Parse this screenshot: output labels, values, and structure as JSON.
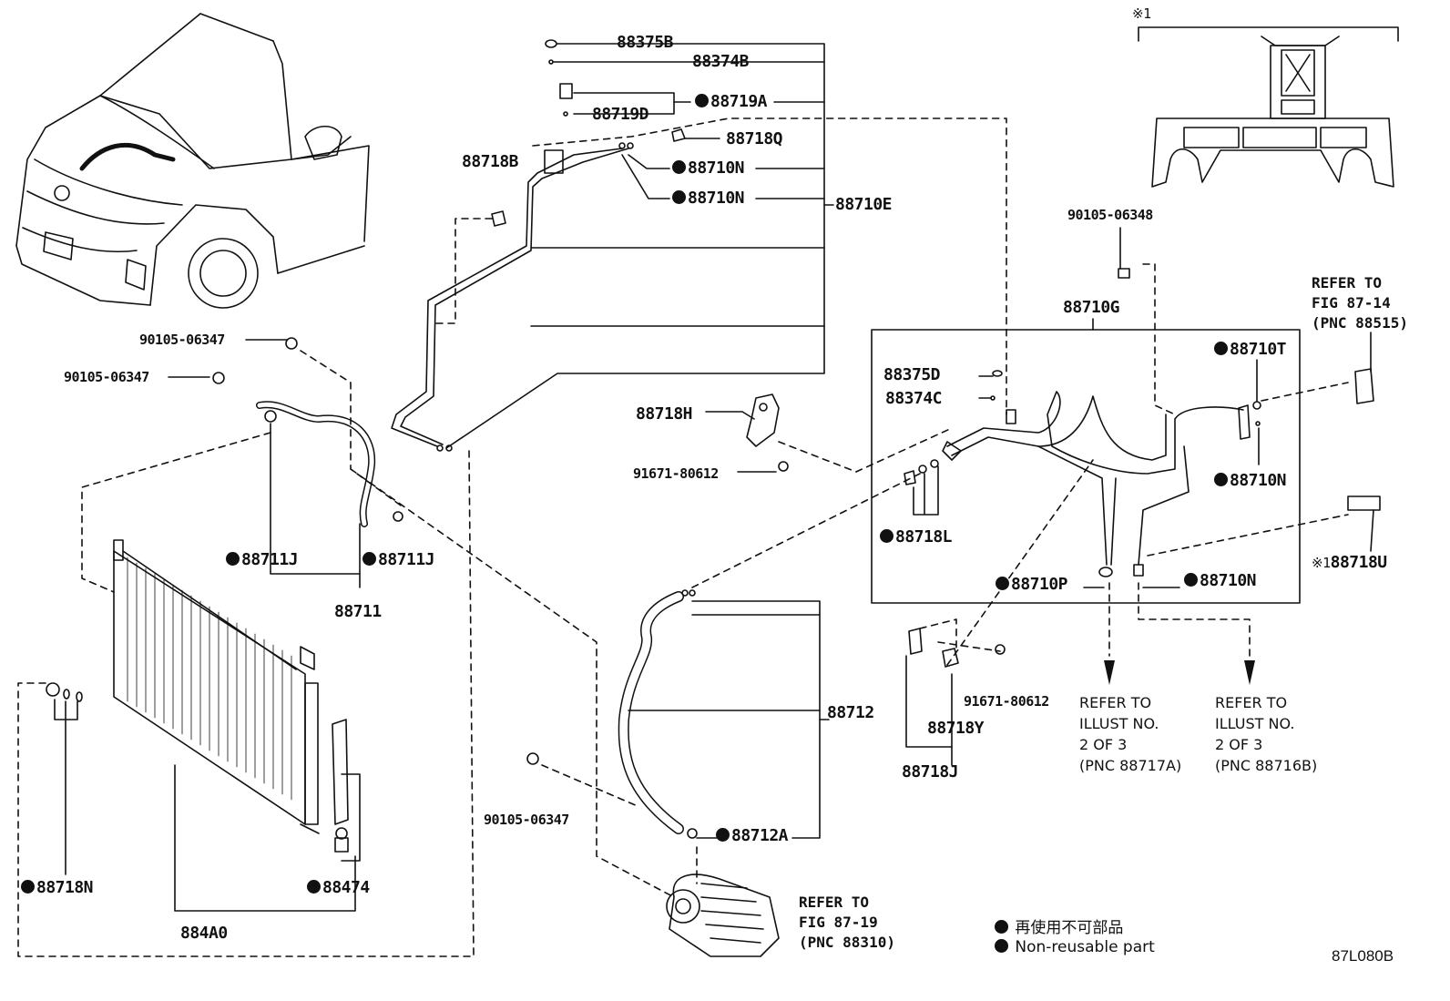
{
  "parts": {
    "p88375B": "88375B",
    "p88374B": "88374B",
    "p88719A": "88719A",
    "p88719D": "88719D",
    "p88718Q": "88718Q",
    "p88718B": "88718B",
    "p88710N_a": "88710N",
    "p88710N_b": "88710N",
    "p88710E": "88710E",
    "p90105_06347_a": "90105-06347",
    "p90105_06347_b": "90105-06347",
    "p90105_06347_c": "90105-06347",
    "p88711J_a": "88711J",
    "p88711J_b": "88711J",
    "p88711": "88711",
    "p88718N": "88718N",
    "p88474": "88474",
    "p884A0": "884A0",
    "p88718H": "88718H",
    "p91671_80612_a": "91671-80612",
    "p91671_80612_b": "91671-80612",
    "p88712": "88712",
    "p88712A": "88712A",
    "p90105_06348": "90105-06348",
    "p88710G": "88710G",
    "p88375D": "88375D",
    "p88374C": "88374C",
    "p88710T": "88710T",
    "p88710N_c": "88710N",
    "p88718L": "88718L",
    "p88710P": "88710P",
    "p88710N_d": "88710N",
    "p88718U": "88718U",
    "p88718U_prefix": "※1",
    "p88718Y": "88718Y",
    "p88718J": "88718J",
    "note_mark": "※1"
  },
  "refs": {
    "fig_87_14": [
      "REFER TO",
      "FIG 87-14",
      "(PNC 88515)"
    ],
    "fig_87_19": [
      "REFER TO",
      "FIG 87-19",
      "(PNC 88310)"
    ],
    "illust_88717A": [
      "REFER TO",
      "ILLUST NO.",
      "2 OF 3",
      "(PNC 88717A)"
    ],
    "illust_88716B": [
      "REFER TO",
      "ILLUST NO.",
      "2 OF 3",
      "(PNC 88716B)"
    ]
  },
  "legend": {
    "jp": "再使用不可部品",
    "en": "Non-reusable part"
  },
  "diagram_code": "87L080B"
}
